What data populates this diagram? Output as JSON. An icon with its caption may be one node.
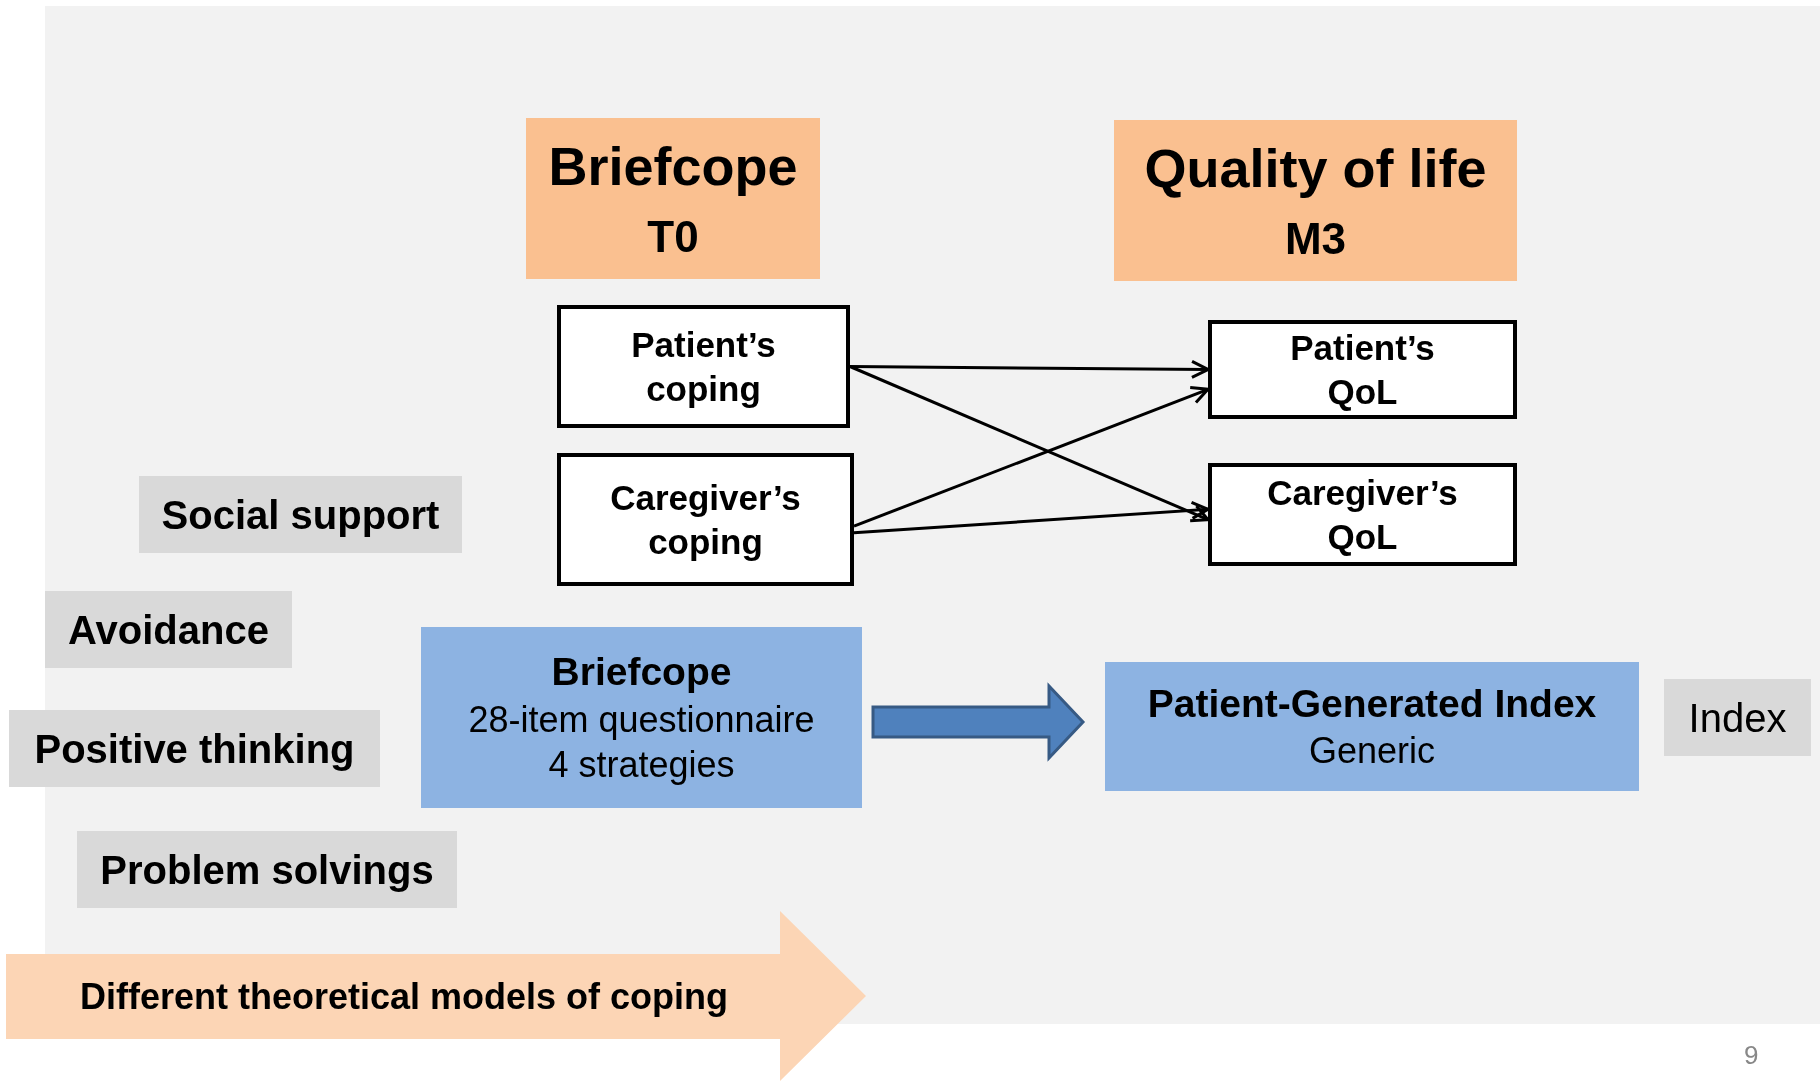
{
  "diagram": {
    "nodes": [
      {
        "text": [
          "Briefcope",
          "T0"
        ]
      },
      {
        "text": [
          "Quality of life",
          "M3"
        ]
      },
      {
        "text": [
          "Patient’s coping"
        ]
      },
      {
        "text": [
          "Caregiver’s coping"
        ]
      },
      {
        "text": [
          "Patient’s QoL"
        ]
      },
      {
        "text": [
          "Caregiver’s QoL"
        ]
      },
      {
        "text": [
          "Social support"
        ]
      },
      {
        "text": [
          "Avoidance"
        ]
      },
      {
        "text": [
          "Positive thinking"
        ]
      },
      {
        "text": [
          "Problem solvings"
        ]
      },
      {
        "text": [
          "Briefcope",
          "28-item questionnaire",
          "4 strategies"
        ]
      },
      {
        "text": [
          "Patient-Generated Index",
          "Generic"
        ]
      },
      {
        "text": [
          "Index"
        ]
      },
      {
        "text": [
          "Different theoretical models of coping"
        ]
      }
    ],
    "edges": [
      {
        "from": 2,
        "to": 4,
        "arrow": "to"
      },
      {
        "from": 2,
        "to": 5,
        "arrow": "to"
      },
      {
        "from": 3,
        "to": 4,
        "arrow": "to"
      },
      {
        "from": 3,
        "to": 5,
        "arrow": "to"
      },
      {
        "from": 10,
        "to": 11,
        "arrow": "to",
        "style": "thick",
        "color": "#4f81bd"
      }
    ],
    "labels": [
      "9"
    ]
  }
}
